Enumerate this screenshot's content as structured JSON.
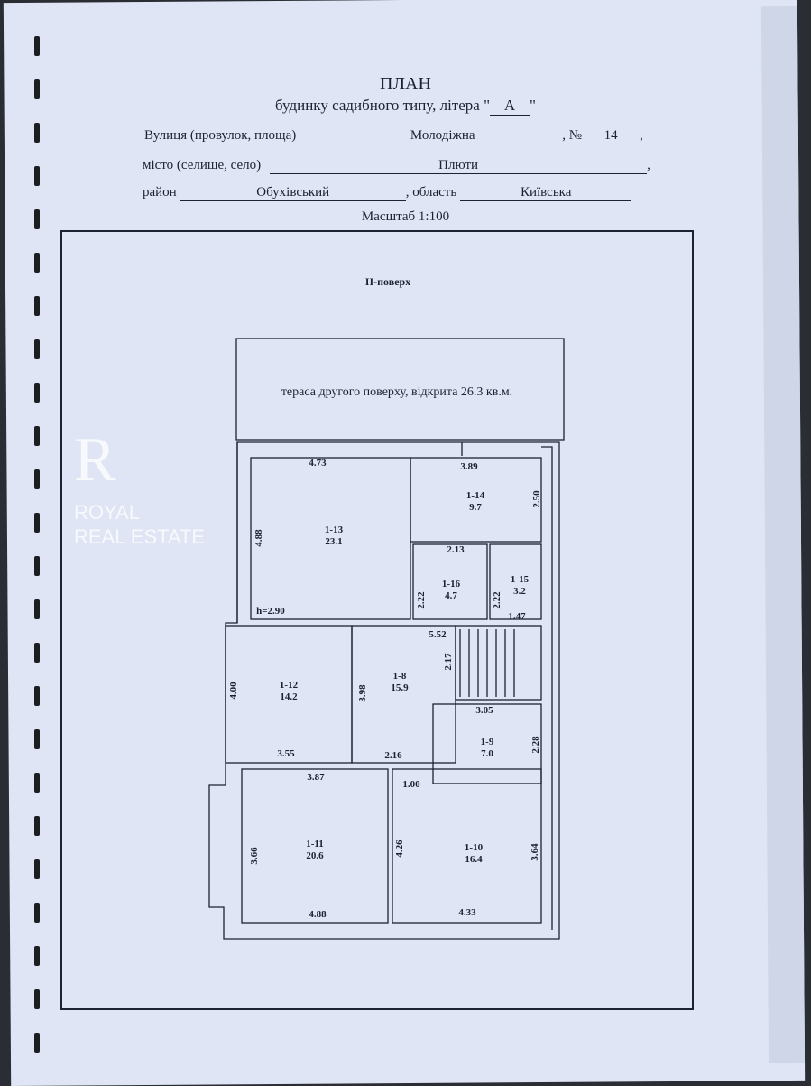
{
  "header": {
    "title": "ПЛАН",
    "subtitle_prefix": "будинку садибного типу, літера \"",
    "letter": "А",
    "subtitle_suffix": "\"",
    "street_label": "Вулиця (провулок, площа)",
    "street": "Молодіжна",
    "number_label": ", №",
    "number": "14",
    "city_label": "місто (селище, село)",
    "city": "Плюти",
    "district_label": "район",
    "district": "Обухівський",
    "region_label": ", область",
    "region": "Київська",
    "scale": "Масштаб 1:100"
  },
  "plan": {
    "floor": "II-поверх",
    "terrace": "тераса другого поверху, відкрита 26.3 кв.м.",
    "height": "h=2.90",
    "rooms": [
      {
        "id": "1-13",
        "area": "23.1"
      },
      {
        "id": "1-14",
        "area": "9.7"
      },
      {
        "id": "1-16",
        "area": "4.7"
      },
      {
        "id": "1-15",
        "area": "3.2"
      },
      {
        "id": "1-12",
        "area": "14.2"
      },
      {
        "id": "1-8",
        "area": "15.9"
      },
      {
        "id": "1-9",
        "area": "7.0"
      },
      {
        "id": "1-11",
        "area": "20.6"
      },
      {
        "id": "1-10",
        "area": "16.4"
      }
    ],
    "dims": [
      "4.73",
      "3.89",
      "2.50",
      "4.88",
      "2.13",
      "2.22",
      "2.22",
      "1.47",
      "5.52",
      "2.17",
      "4.00",
      "3.98",
      "3.05",
      "2.28",
      "3.55",
      "2.16",
      "3.87",
      "1.00",
      "3.66",
      "4.26",
      "3.64",
      "4.88",
      "4.33"
    ]
  },
  "watermark": {
    "line1": "ROYAL",
    "line2": "REAL ESTATE"
  }
}
